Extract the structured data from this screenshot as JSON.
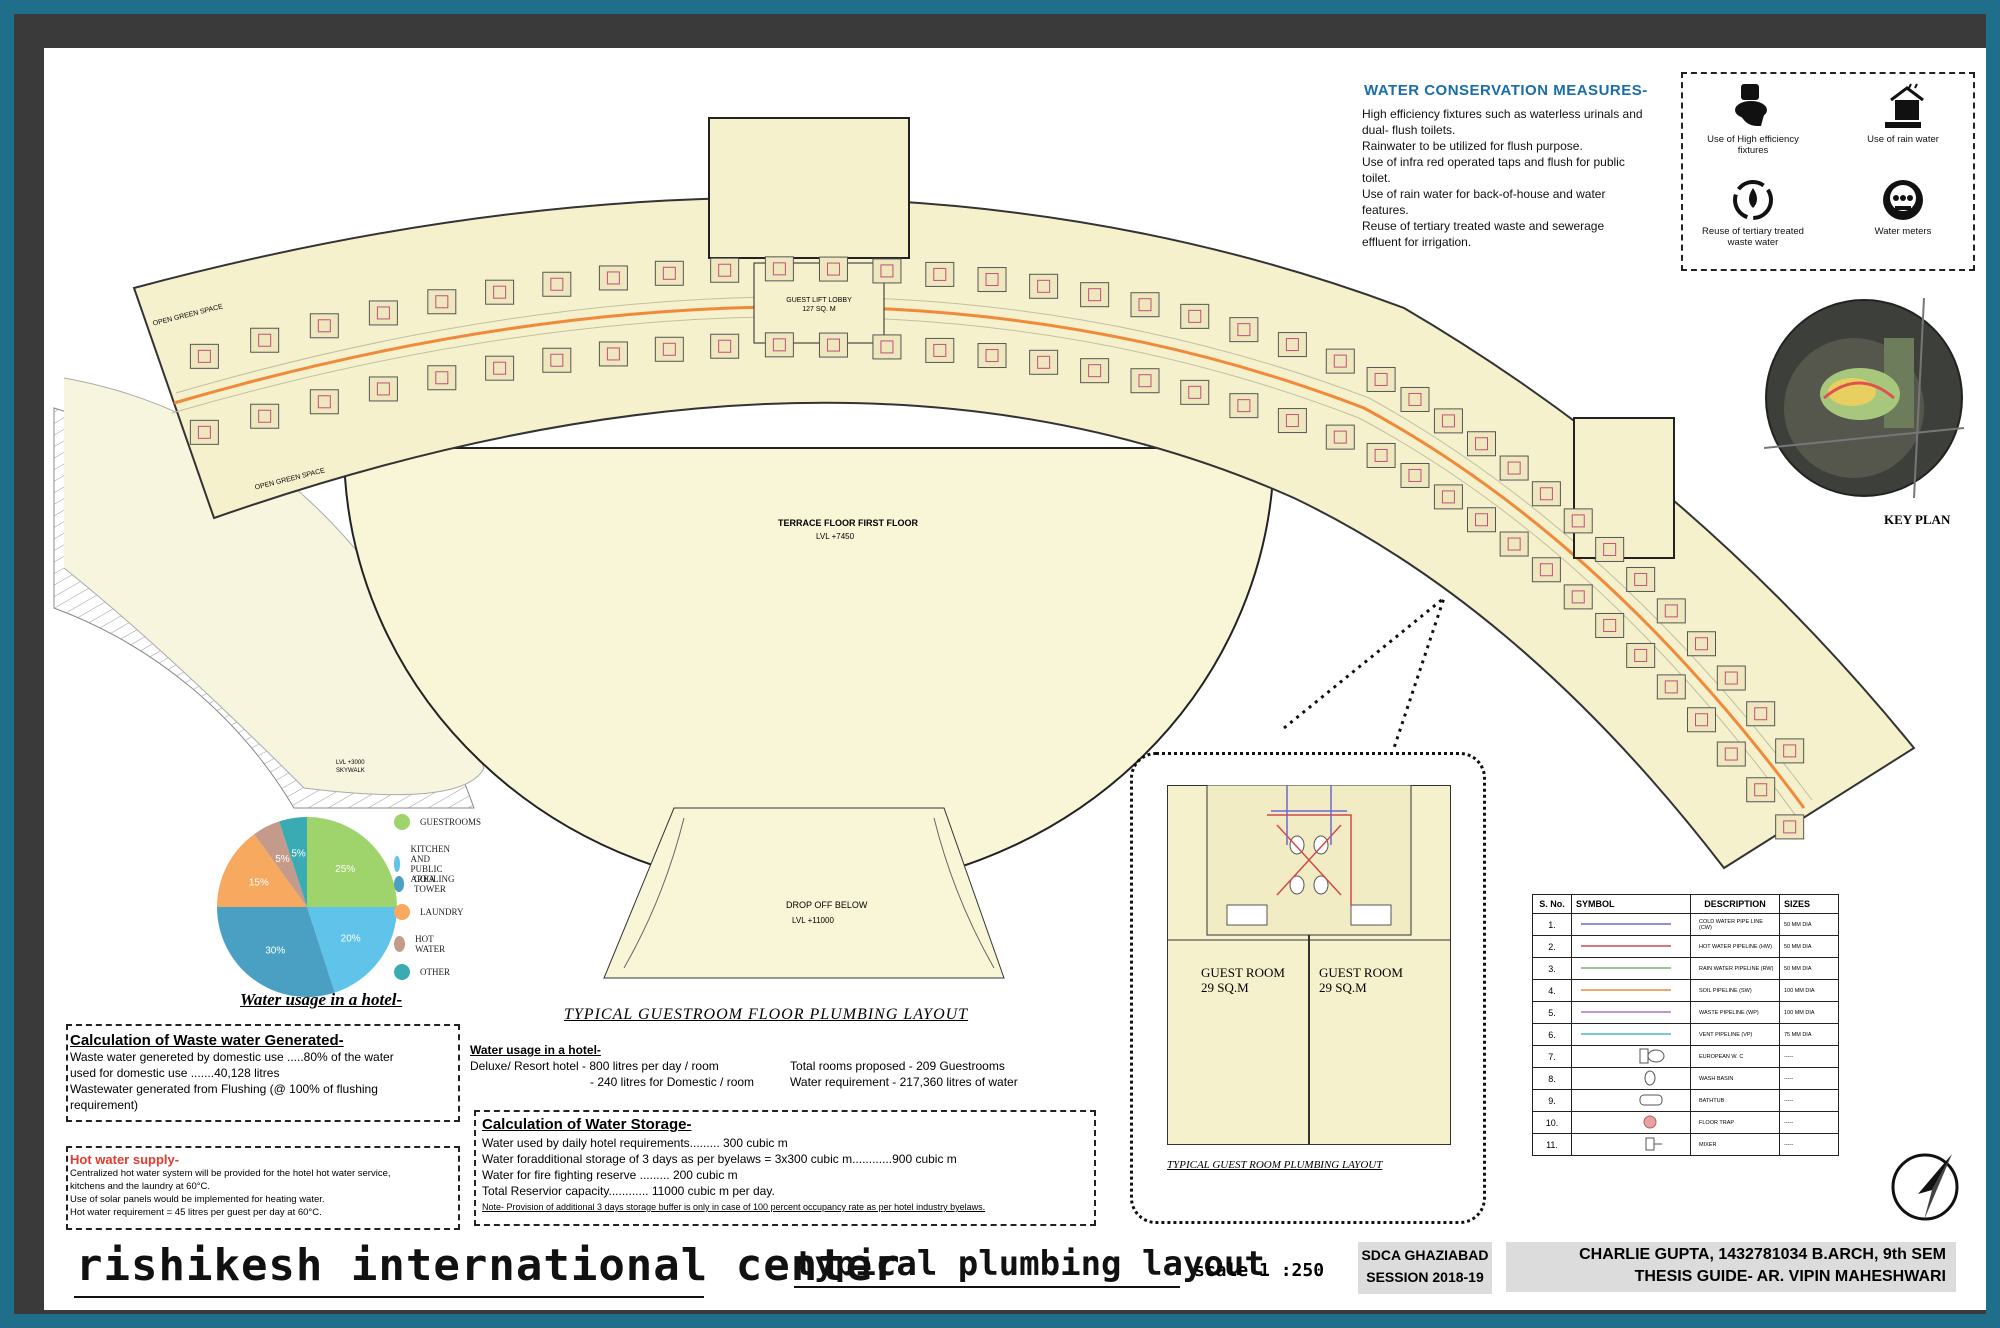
{
  "water_conservation": {
    "title": "WATER CONSERVATION MEASURES-",
    "lines": [
      "High efficiency fixtures such as waterless urinals and",
      "dual- flush toilets.",
      "Rainwater to be utilized for flush purpose.",
      "Use of infra red operated taps and flush for public",
      "toilet.",
      "Use of rain water for back-of-house and water",
      "features.",
      "Reuse of tertiary treated waste and sewerage",
      "effluent for irrigation."
    ],
    "icons": [
      {
        "icon": "toilet-icon",
        "label": "Use of High efficiency fixtures"
      },
      {
        "icon": "rain-house-icon",
        "label": "Use of rain water"
      },
      {
        "icon": "recycle-drop-icon",
        "label": "Reuse of tertiary treated waste water"
      },
      {
        "icon": "water-meter-icon",
        "label": "Water meters"
      }
    ]
  },
  "key_plan": {
    "label": "KEY PLAN"
  },
  "plan": {
    "open_green_1": "OPEN GREEN SPACE",
    "open_green_2": "OPEN GREEN SPACE",
    "guest_lift": "GUEST LIFT LOBBY",
    "guest_lift_area": "127 SQ. M",
    "terrace": "TERRACE FLOOR FIRST FLOOR",
    "terrace_lvl": "LVL +7450",
    "drop_off": "DROP OFF BELOW",
    "drop_off_lvl": "LVL +11000",
    "skywalk": "SKYWALK",
    "skywalk_lvl": "LVL +3000",
    "title": "TYPICAL GUESTROOM FLOOR PLUMBING LAYOUT"
  },
  "pie": {
    "title": "Water usage in a hotel-",
    "chart_data": {
      "type": "pie",
      "categories": [
        "GUESTROOMS",
        "KITCHEN AND PUBLIC AREA",
        "COOLING TOWER",
        "LAUNDRY",
        "HOT WATER",
        "OTHER"
      ],
      "values": [
        25,
        20,
        30,
        15,
        5,
        5
      ],
      "labels": [
        "25%",
        "20%",
        "30%",
        "15%",
        "5%",
        "5%"
      ],
      "colors": [
        "#9fd36b",
        "#5fc3ea",
        "#4aa0c3",
        "#f7a960",
        "#c49a8a",
        "#3aabb2"
      ]
    }
  },
  "waste": {
    "title": "Calculation of Waste water Generated-",
    "lines": [
      "Waste water genereted by domestic use .....80% of the water",
      "used for domestic use .......40,128 litres",
      "Wastewater generated from Flushing (@ 100% of flushing",
      "requirement)"
    ]
  },
  "hot_water": {
    "title": "Hot water supply-",
    "lines": [
      "Centralized hot water system will be provided for the hotel hot water service,",
      "kitchens and the laundry at 60°C.",
      "Use of solar panels would be implemented for heating water.",
      "Hot water requirement = 45 litres per guest per day at 60°C."
    ]
  },
  "water_usage": {
    "title": "Water usage in a hotel-",
    "left": [
      "Deluxe/ Resort hotel - 800 litres per day / room",
      "- 240 litres  for Domestic / room"
    ],
    "right": [
      "Total rooms proposed - 209 Guestrooms",
      "Water requirement - 217,360 litres of water"
    ]
  },
  "storage": {
    "title": "Calculation of Water Storage-",
    "lines": [
      "Water used by daily hotel requirements.........  300 cubic m",
      "Water foradditional storage of 3 days as per byelaws = 3x300 cubic m............900 cubic m",
      "Water for fire fighting reserve ......... 200 cubic m",
      "Total Reservior capacity............ 11000 cubic m per day."
    ],
    "note": "Note-  Provision of additional 3 days storage buffer is only in case of 100 percent occupancy rate  as per hotel industry byelaws."
  },
  "guest_room": {
    "left_label": "GUEST ROOM",
    "left_area": "29 SQ.M",
    "right_label": "GUEST ROOM",
    "right_area": "29 SQ.M",
    "title": "TYPICAL GUEST ROOM PLUMBING LAYOUT"
  },
  "symbols": {
    "headers": [
      "S. No.",
      "SYMBOL",
      "DESCRIPTION",
      "SIZES"
    ],
    "rows": [
      {
        "no": "1.",
        "desc": "COLD WATER PIPE LINE (CW)",
        "size": "50 MM DIA",
        "sym": "line",
        "color": "#6a6ad0"
      },
      {
        "no": "2.",
        "desc": "HOT WATER PIPELINE  (HW)",
        "size": "50 MM DIA",
        "sym": "line",
        "color": "#d04a4a"
      },
      {
        "no": "3.",
        "desc": "RAIN WATER PIPELINE  (RW)",
        "size": "50 MM DIA",
        "sym": "line",
        "color": "#7ab07a"
      },
      {
        "no": "4.",
        "desc": "SOIL  PIPELINE  (SW)",
        "size": "100 MM DIA",
        "sym": "line",
        "color": "#f08a3a"
      },
      {
        "no": "5.",
        "desc": "WASTE  PIPELINE  (WP)",
        "size": "100 MM DIA",
        "sym": "line",
        "color": "#b070c0"
      },
      {
        "no": "6.",
        "desc": "VENT PIPELINE (VP)",
        "size": "75 MM DIA",
        "sym": "line",
        "color": "#4fb8d0"
      },
      {
        "no": "7.",
        "desc": "EUROPEAN W. C",
        "size": "-----",
        "sym": "wc",
        "color": "#555555"
      },
      {
        "no": "8.",
        "desc": "WASH BASIN",
        "size": "-----",
        "sym": "basin",
        "color": "#555555"
      },
      {
        "no": "9.",
        "desc": "BATHTUB",
        "size": "-----",
        "sym": "tub",
        "color": "#555555"
      },
      {
        "no": "10.",
        "desc": "FLOOR TRAP",
        "size": "-----",
        "sym": "trap",
        "color": "#e8a0a0"
      },
      {
        "no": "11.",
        "desc": "MIXER",
        "size": "-----",
        "sym": "mixer",
        "color": "#555555"
      }
    ]
  },
  "title_block": {
    "project": "rishikesh international center",
    "sheet": "typical plumbing layout",
    "scale": "scale 1 :250",
    "college_1": "SDCA GHAZIABAD",
    "college_2": "SESSION 2018-19",
    "author_1": "CHARLIE GUPTA, 1432781034 B.ARCH, 9th SEM",
    "author_2": "THESIS GUIDE- AR. VIPIN MAHESHWARI"
  }
}
